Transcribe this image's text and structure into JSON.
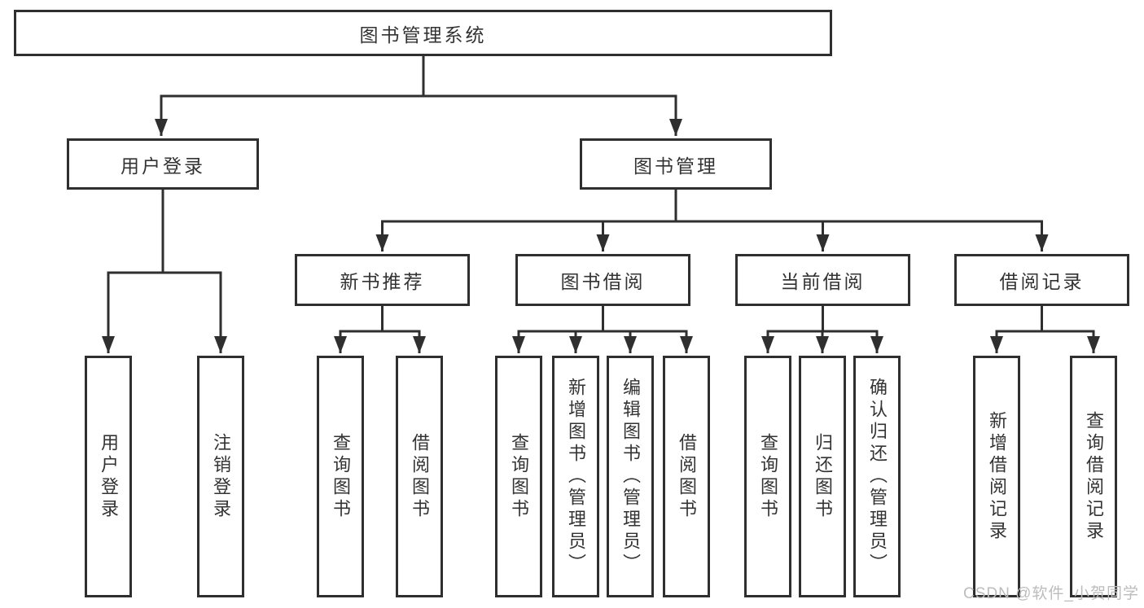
{
  "tree": {
    "root": {
      "label": "图书管理系统"
    },
    "branches": [
      {
        "label": "用户登录",
        "children": [
          {
            "label": "用户登录"
          },
          {
            "label": "注销登录"
          }
        ]
      },
      {
        "label": "图书管理",
        "groups": [
          {
            "label": "新书推荐",
            "children": [
              {
                "label": "查询图书"
              },
              {
                "label": "借阅图书"
              }
            ]
          },
          {
            "label": "图书借阅",
            "children": [
              {
                "label": "查询图书"
              },
              {
                "label": "新增图书（管理员）"
              },
              {
                "label": "编辑图书（管理员）"
              },
              {
                "label": "借阅图书"
              }
            ]
          },
          {
            "label": "当前借阅",
            "children": [
              {
                "label": "查询图书"
              },
              {
                "label": "归还图书"
              },
              {
                "label": "确认归还（管理员）"
              }
            ]
          },
          {
            "label": "借阅记录",
            "children": [
              {
                "label": "新增借阅记录"
              },
              {
                "label": "查询借阅记录"
              }
            ]
          }
        ]
      }
    ]
  },
  "watermark": "CSDN @软件_小贺同学",
  "colors": {
    "line": "#2f2f2f",
    "text": "#333333",
    "watermark": "#bcbcbc",
    "background": "#ffffff"
  }
}
